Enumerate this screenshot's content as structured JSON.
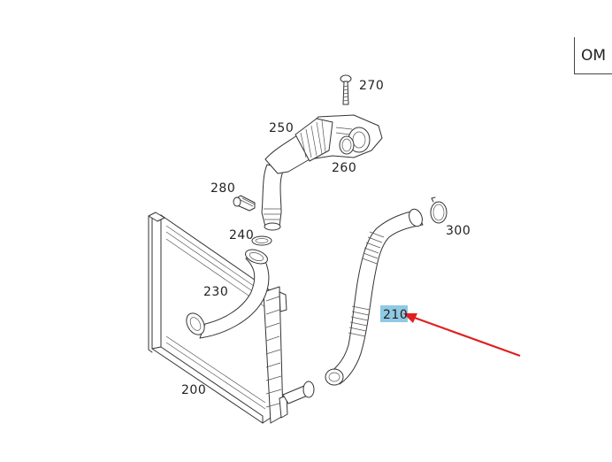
{
  "corner_label": "OM",
  "labels": {
    "p270": "270",
    "p250": "250",
    "p260": "260",
    "p280": "280",
    "p240": "240",
    "p300": "300",
    "p230": "230",
    "p210": "210",
    "p200": "200"
  },
  "highlight_color": "#8fc9e3",
  "arrow_color": "#e02020"
}
